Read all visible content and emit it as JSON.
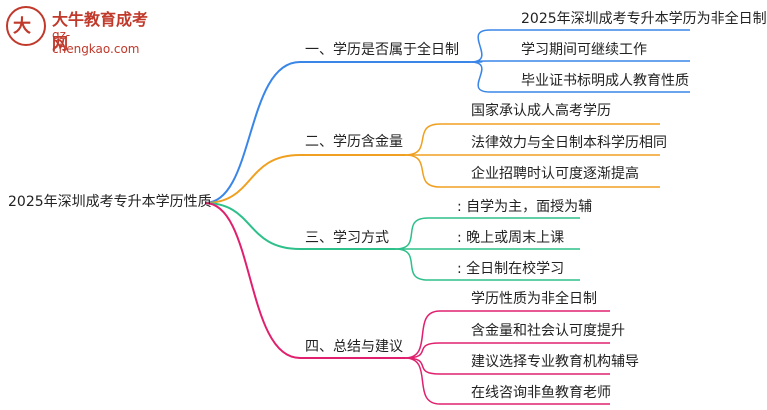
{
  "logo": {
    "name": "大牛教育成考网",
    "url": "gz-chengkao.com"
  },
  "root": {
    "label": "2025年深圳成考专升本学历性质"
  },
  "branches": [
    {
      "label": "一、学历是否属于全日制",
      "color": "#3a86e8",
      "leaves": [
        "2025年深圳成考专升本学历为非全日制",
        "学习期间可继续工作",
        "毕业证书标明成人教育性质"
      ]
    },
    {
      "label": "二、学历含金量",
      "color": "#f0a020",
      "leaves": [
        "国家承认成人高考学历",
        "法律效力与全日制本科学历相同",
        "企业招聘时认可度逐渐提高"
      ]
    },
    {
      "label": "三、学习方式",
      "color": "#2dc08a",
      "leaves": [
        ": 自学为主，面授为辅",
        ": 晚上或周末上课",
        ": 全日制在校学习"
      ]
    },
    {
      "label": "四、总结与建议",
      "color": "#e0206e",
      "leaves": [
        "学历性质为非全日制",
        "含金量和社会认可度提升",
        "建议选择专业教育机构辅导",
        "在线咨询非鱼教育老师"
      ]
    }
  ]
}
